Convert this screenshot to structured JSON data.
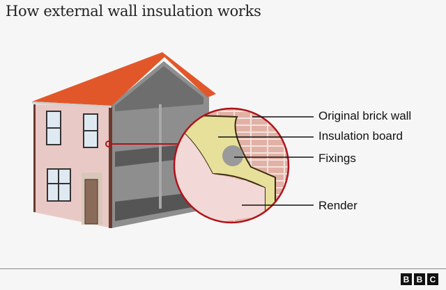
{
  "title": "How external wall insulation works",
  "labels": {
    "brick": "Original brick wall",
    "insulation": "Insulation board",
    "fixings": "Fixings",
    "render": "Render"
  },
  "logo": [
    "B",
    "B",
    "C"
  ],
  "colors": {
    "accent": "#b0121a",
    "roof": "#e2572a",
    "render": "#f2d8d6",
    "insulation": "#e6e09a",
    "brick": "#e8bcb0"
  }
}
